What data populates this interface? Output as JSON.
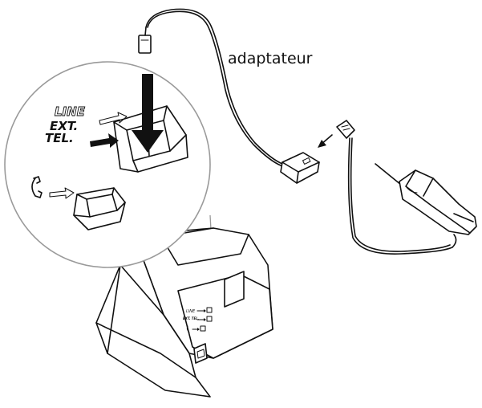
{
  "caption": "adaptateur",
  "zoom_labels": {
    "line": "LINE",
    "ext": "EXT.",
    "tel": "TEL."
  },
  "device_labels": {
    "line": "LINE",
    "ext_tel": "EXT. TEL."
  },
  "icons": {
    "phone_handset": "handset-icon",
    "arrow": "arrow-icon"
  },
  "colors": {
    "line": "#111111",
    "lens": "#9a9a9a",
    "background": "#ffffff"
  }
}
